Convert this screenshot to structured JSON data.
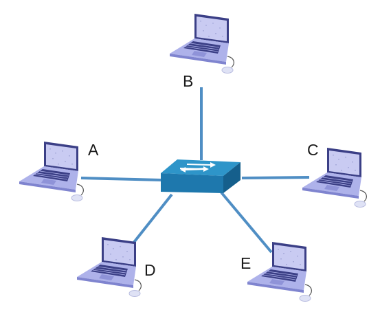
{
  "diagram": {
    "nodes": [
      {
        "id": "A",
        "label": "A",
        "type": "laptop"
      },
      {
        "id": "B",
        "label": "B",
        "type": "laptop"
      },
      {
        "id": "C",
        "label": "C",
        "type": "laptop"
      },
      {
        "id": "D",
        "label": "D",
        "type": "laptop"
      },
      {
        "id": "E",
        "label": "E",
        "type": "laptop"
      }
    ],
    "hub": {
      "type": "network-switch"
    },
    "edges": [
      {
        "from": "switch",
        "to": "A"
      },
      {
        "from": "switch",
        "to": "B"
      },
      {
        "from": "switch",
        "to": "C"
      },
      {
        "from": "switch",
        "to": "D"
      },
      {
        "from": "switch",
        "to": "E"
      }
    ]
  },
  "colors": {
    "link": "#4f8ec4",
    "switch_top": "#2e95c9",
    "switch_front": "#1e78ad",
    "switch_side": "#155f8c",
    "laptop_screen": "#c9cbf2",
    "laptop_frame": "#3b3f86",
    "laptop_base": "#aeb2ea",
    "laptop_keys": "#3b3f86",
    "mouse": "#dfe2f5"
  }
}
